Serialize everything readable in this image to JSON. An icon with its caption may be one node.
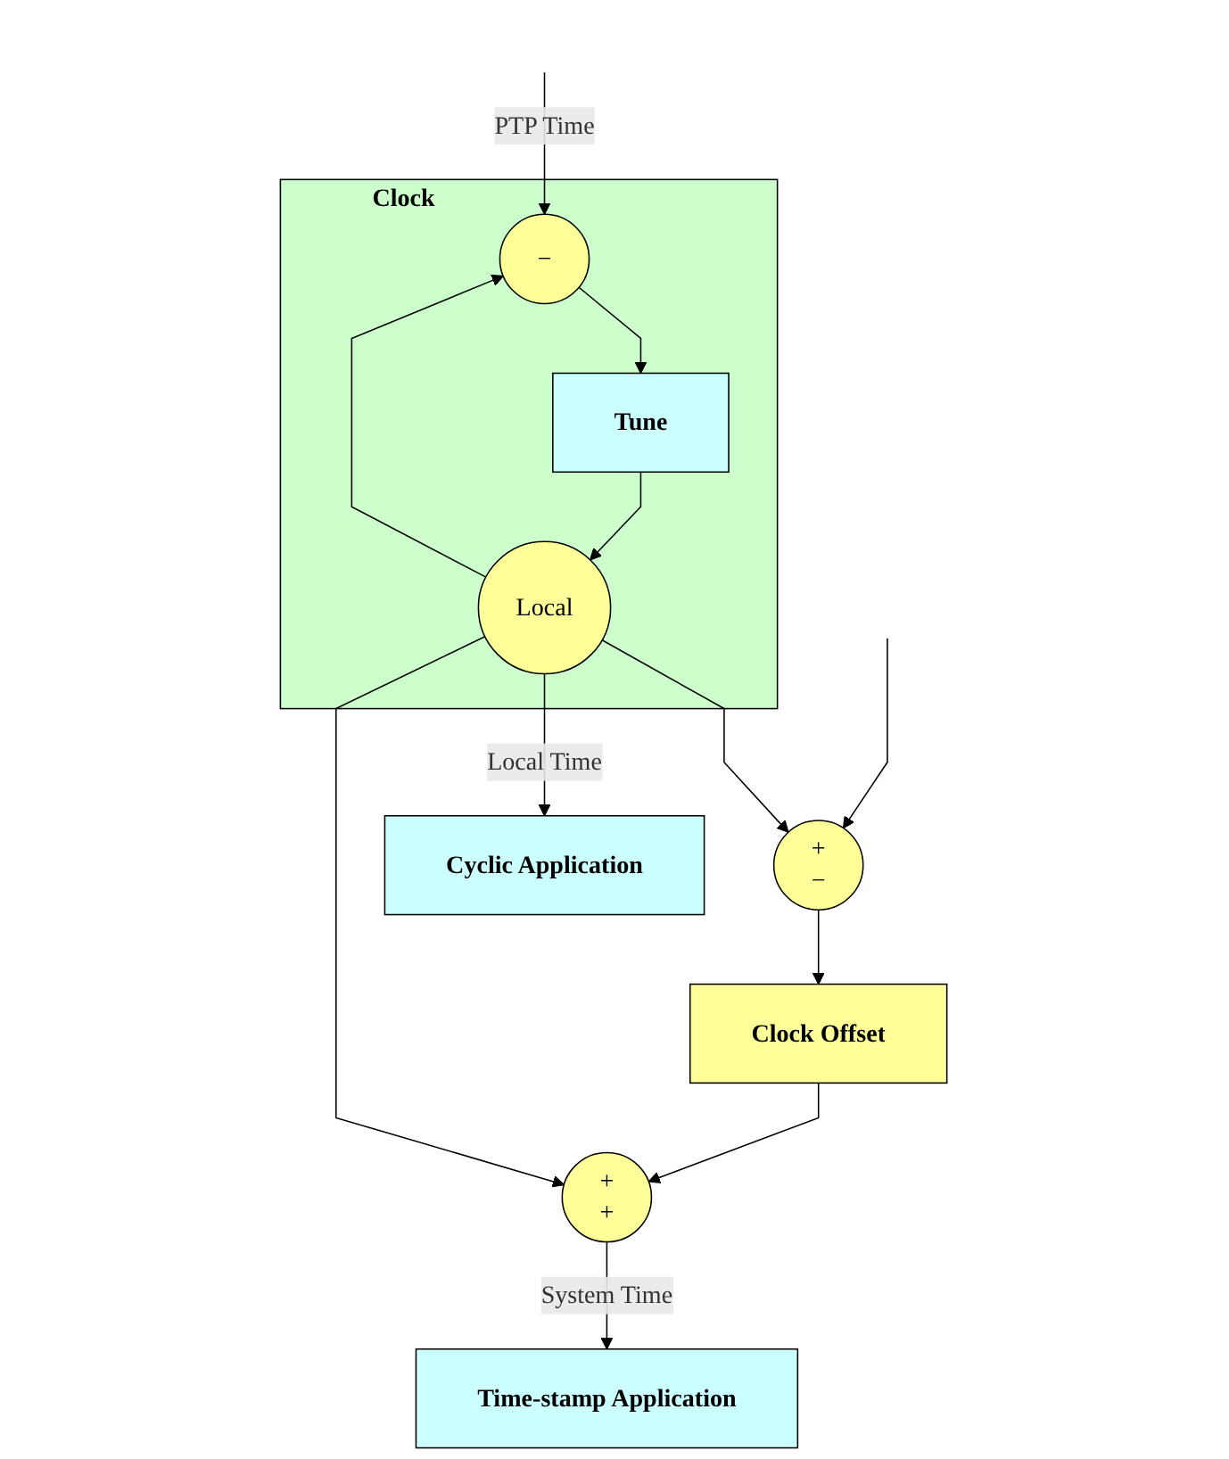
{
  "diagram": {
    "nodes": [
      {
        "text": [
          "Clock"
        ]
      },
      {
        "text": [
          "−"
        ],
        "in": 0
      },
      {
        "text": [
          "Tune"
        ],
        "in": 0
      },
      {
        "text": [
          "Local"
        ],
        "in": 0
      },
      {
        "text": [
          "+",
          "−"
        ]
      },
      {
        "text": [
          "+",
          "+"
        ]
      },
      {
        "text": [
          "Clock Offset"
        ]
      },
      {
        "text": [
          "Cyclic Application"
        ]
      },
      {
        "text": [
          "Time-stamp Application"
        ]
      }
    ],
    "edges": [
      {
        "from": null,
        "to": 1,
        "arrow": "to",
        "label": "PTP Time"
      },
      {
        "from": 3,
        "to": 1,
        "arrow": "to"
      },
      {
        "from": 1,
        "to": 2,
        "arrow": "to"
      },
      {
        "from": 2,
        "to": 3,
        "arrow": "to"
      },
      {
        "from": null,
        "to": 4,
        "arrow": "to"
      },
      {
        "from": 3,
        "to": 4,
        "arrow": "to"
      },
      {
        "from": 4,
        "to": 6,
        "arrow": "to"
      },
      {
        "from": 3,
        "to": 7,
        "arrow": "to",
        "label": "Local Time"
      },
      {
        "from": 3,
        "to": 5,
        "arrow": "to"
      },
      {
        "from": 6,
        "to": 5,
        "arrow": "to"
      },
      {
        "from": 5,
        "to": 8,
        "arrow": "to",
        "label": "System Time"
      }
    ]
  }
}
